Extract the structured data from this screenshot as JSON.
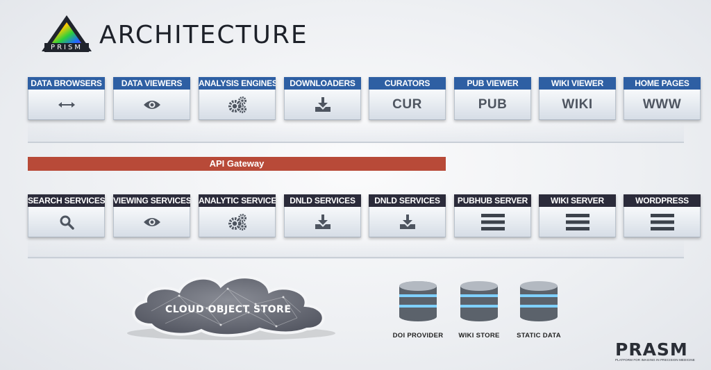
{
  "header": {
    "logo_text": "PRISM",
    "title": "ARCHITECTURE"
  },
  "clients": [
    {
      "label": "DATA BROWSERS",
      "icon": "arrows-horizontal-icon"
    },
    {
      "label": "DATA VIEWERS",
      "icon": "eye-icon"
    },
    {
      "label": "ANALYSIS ENGINES",
      "icon": "gears-icon"
    },
    {
      "label": "DOWNLOADERS",
      "icon": "download-icon"
    },
    {
      "label": "CURATORS",
      "icon_text": "CUR"
    },
    {
      "label": "PUB VIEWER",
      "icon_text": "PUB"
    },
    {
      "label": "WIKI VIEWER",
      "icon_text": "WIKI"
    },
    {
      "label": "HOME PAGES",
      "icon_text": "WWW"
    }
  ],
  "gateway": {
    "label": "API Gateway",
    "color": "#b84a38"
  },
  "services": [
    {
      "label": "SEARCH SERVICES",
      "icon": "search-icon"
    },
    {
      "label": "VIEWING SERVICES",
      "icon": "eye-icon"
    },
    {
      "label": "ANALYTIC SERVICES",
      "icon": "gears-icon"
    },
    {
      "label": "DNLD SERVICES",
      "icon": "download-icon"
    },
    {
      "label": "DNLD SERVICES",
      "icon": "download-icon"
    },
    {
      "label": "PUBHUB SERVER",
      "icon": "menu-icon"
    },
    {
      "label": "WIKI SERVER",
      "icon": "menu-icon"
    },
    {
      "label": "WORDPRESS",
      "icon": "menu-icon"
    }
  ],
  "storage": {
    "cloud_label": "CLOUD OBJECT STORE",
    "databases": [
      {
        "label": "DOI PROVIDER",
        "icon": "database-icon"
      },
      {
        "label": "WIKI STORE",
        "icon": "database-icon"
      },
      {
        "label": "STATIC DATA",
        "icon": "database-icon"
      }
    ]
  },
  "footer": {
    "brand": "PRASM",
    "tagline": "PLATFORM FOR IMAGING IN PRECISION MEDICINE"
  },
  "colors": {
    "client_header": "#2e5fa3",
    "service_header": "#2b2b3a",
    "gateway": "#b84a38"
  }
}
